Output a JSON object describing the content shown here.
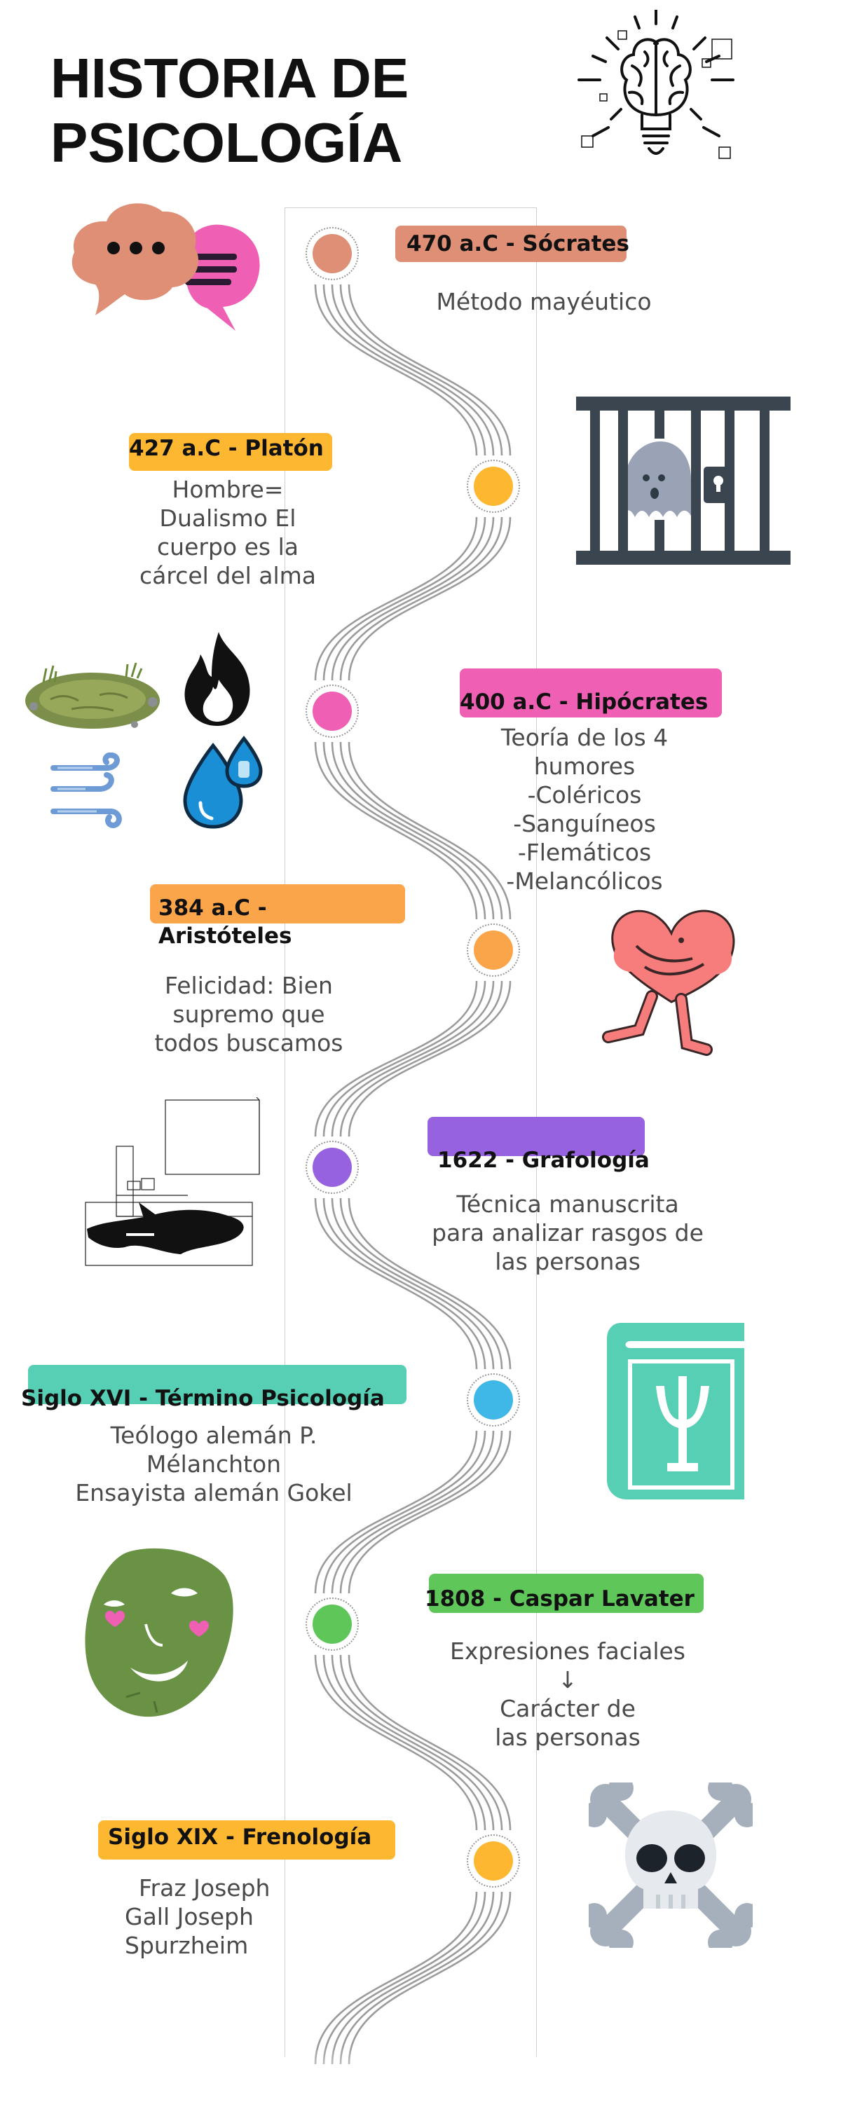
{
  "title": {
    "line1": "HISTORIA DE",
    "line2": "PSICOLOGÍA"
  },
  "colors": {
    "terracotta": "#de8f76",
    "yellow": "#fdb730",
    "pink": "#ef5fb4",
    "orange": "#fba54a",
    "purple": "#9762df",
    "blue": "#3fb8e7",
    "green": "#5fc65a",
    "teal": "#56cfb4"
  },
  "events": [
    {
      "label": "470 a.C - Sócrates",
      "desc": [
        "Método mayéutico"
      ]
    },
    {
      "label": "427 a.C - Platón",
      "desc": [
        "Hombre=",
        "Dualismo El",
        "cuerpo es la",
        "cárcel del alma"
      ]
    },
    {
      "label": "400 a.C - Hipócrates",
      "desc": [
        "Teoría de los 4",
        "humores",
        "-Coléricos",
        "-Sanguíneos",
        "-Flemáticos",
        "-Melancólicos"
      ]
    },
    {
      "label": "384 a.C -",
      "label2": "Aristóteles",
      "desc": [
        "Felicidad: Bien",
        "supremo  que",
        "todos buscamos"
      ]
    },
    {
      "label": "1622 - Grafología",
      "desc": [
        "Técnica  manuscrita",
        "para analizar rasgos de",
        "las personas"
      ]
    },
    {
      "label": "Siglo XVI - Término Psicología",
      "desc": [
        "Teólogo alemán P.",
        "Mélanchton",
        "Ensayista alemán Gokel"
      ]
    },
    {
      "label": "1808 - Caspar Lavater",
      "desc": [
        "Expresiones   faciales",
        "↓",
        "Carácter de",
        "las personas"
      ]
    },
    {
      "label": "Siglo XIX - Frenología",
      "desc": [
        "Fraz Joseph",
        "Gall Joseph",
        "Spurzheim"
      ]
    }
  ],
  "icons": [
    "lightbulb-brain-icon",
    "chat-bubbles-icon",
    "ghost-in-cage-icon",
    "swamp-earth-icon",
    "fire-icon",
    "wind-icon",
    "water-drops-icon",
    "heart-hug-icon",
    "desk-writing-icon",
    "psychology-book-icon",
    "face-mask-icon",
    "skull-crossbones-icon"
  ]
}
